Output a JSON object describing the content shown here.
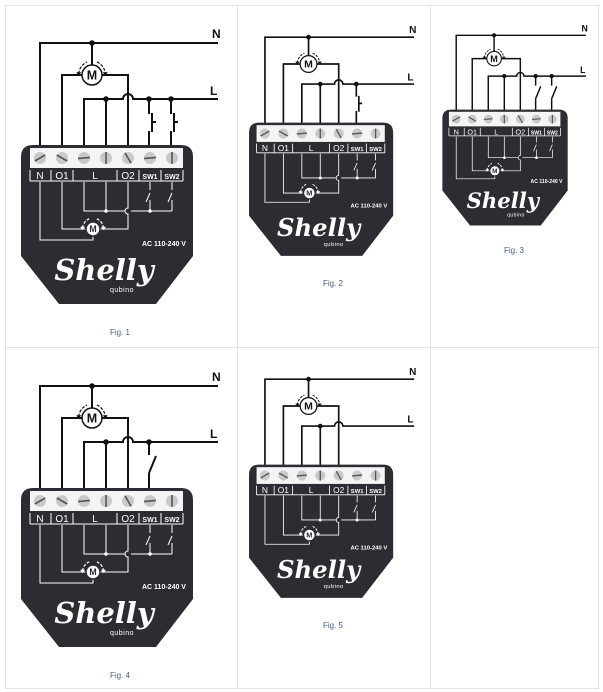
{
  "labels": {
    "neutral": "N",
    "line": "L",
    "motor": "M",
    "terminals": [
      "N",
      "O1",
      "L",
      "O2",
      "SW1",
      "SW2"
    ],
    "voltage": "AC 110-240 V",
    "logo": "Shelly",
    "logo_sub": "qubino"
  },
  "figures": [
    {
      "caption": "Fig. 1",
      "switch_type": "pushbutton",
      "switch_count": 2
    },
    {
      "caption": "Fig. 2",
      "switch_type": "pushbutton",
      "switch_count": 1
    },
    {
      "caption": "Fig. 3",
      "switch_type": "toggle",
      "switch_count": 2
    },
    {
      "caption": "Fig. 4",
      "switch_type": "toggle",
      "switch_count": 1
    },
    {
      "caption": "Fig. 5",
      "switch_type": "none",
      "switch_count": 0
    }
  ],
  "colors": {
    "device": "#2c2d32",
    "wire": "#111111",
    "caption": "#4a5a8c"
  }
}
